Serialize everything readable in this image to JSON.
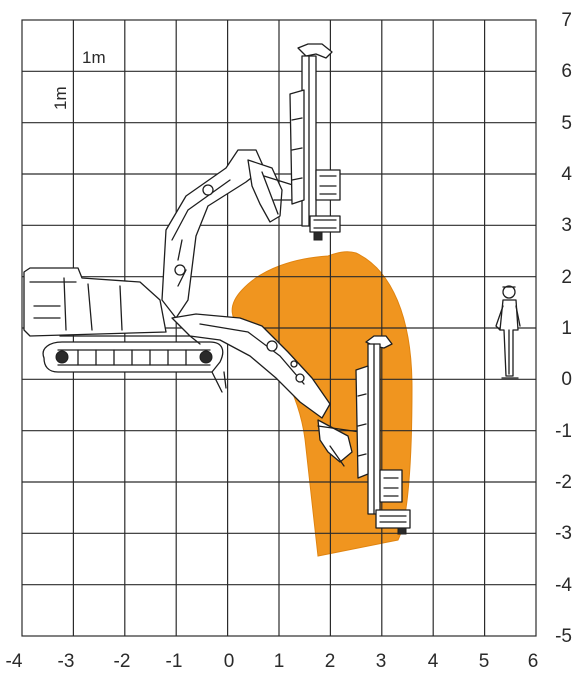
{
  "scale_labels": {
    "horizontal": "1m",
    "vertical": "1m"
  },
  "axes": {
    "x_ticks": [
      "-4",
      "-3",
      "-2",
      "-1",
      "0",
      "1",
      "2",
      "3",
      "4",
      "5",
      "6"
    ],
    "y_ticks": [
      "7",
      "6",
      "5",
      "4",
      "3",
      "2",
      "1",
      "0",
      "-1",
      "-2",
      "-3",
      "-4",
      "-5"
    ],
    "x_range": [
      -4,
      6
    ],
    "y_range": [
      -5,
      7
    ],
    "grid": true
  },
  "colors": {
    "working_area": "#f0951f",
    "grid": "#2b2b2b",
    "machine_outline": "#1e1e1e"
  },
  "icons": [
    "drilling-rig-icon",
    "drill-mast-icon",
    "person-scale-icon"
  ]
}
